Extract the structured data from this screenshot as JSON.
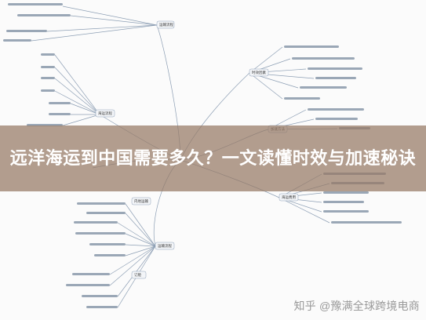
{
  "banner": {
    "title": "远洋海运到中国需要多久？一文读懂时效与加速秘诀"
  },
  "watermark": {
    "text": "知乎 @豫满全球跨境电商"
  },
  "mindmap": {
    "node_labels": [
      "运输流程",
      "时效因素",
      "海运费用",
      "运输流程",
      "海运流程",
      "加速方法",
      "内地运输",
      "订舱"
    ],
    "line_color": "#7a8fa8"
  }
}
